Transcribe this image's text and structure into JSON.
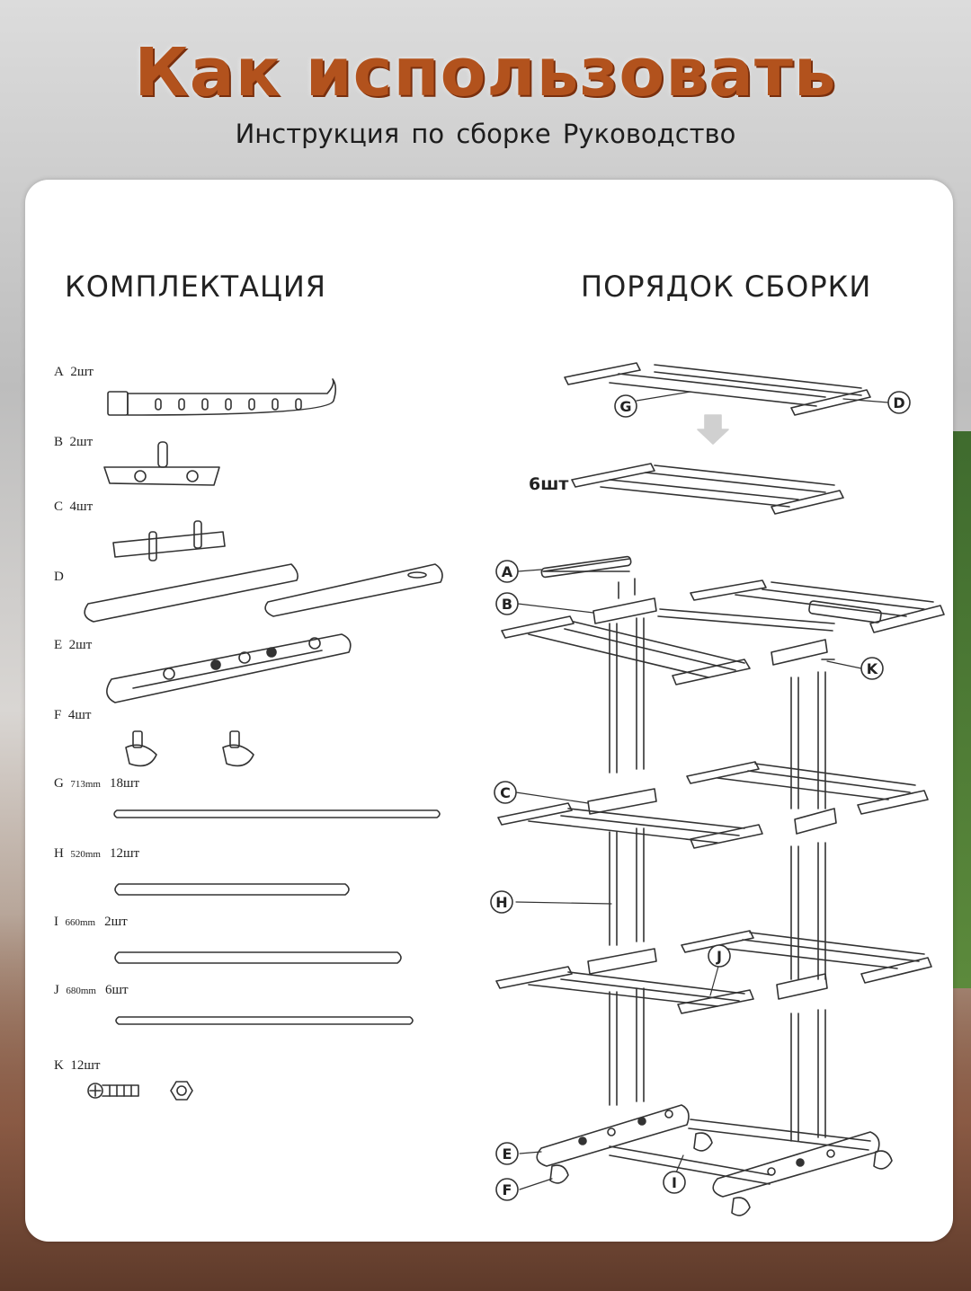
{
  "title": "Как использовать",
  "subtitle": "Инструкция по сборке  Руководство",
  "left_heading": "КОМПЛЕКТАЦИЯ",
  "right_heading": "ПОРЯДОК  СБОРКИ",
  "parts": [
    {
      "letter": "A",
      "qty": "2шт",
      "size": ""
    },
    {
      "letter": "B",
      "qty": "2шт",
      "size": ""
    },
    {
      "letter": "C",
      "qty": "4шт",
      "size": ""
    },
    {
      "letter": "D",
      "qty": "",
      "size": ""
    },
    {
      "letter": "E",
      "qty": "2шт",
      "size": ""
    },
    {
      "letter": "F",
      "qty": "4шт",
      "size": ""
    },
    {
      "letter": "G",
      "qty": "18шт",
      "size": "713mm"
    },
    {
      "letter": "H",
      "qty": "12шт",
      "size": "520mm"
    },
    {
      "letter": "I",
      "qty": "2шт",
      "size": "660mm"
    },
    {
      "letter": "J",
      "qty": "6шт",
      "size": "680mm"
    },
    {
      "letter": "K",
      "qty": "12шт",
      "size": ""
    }
  ],
  "shelf_qty": "6шт",
  "callouts": [
    "G",
    "D",
    "A",
    "B",
    "K",
    "C",
    "H",
    "J",
    "E",
    "F",
    "I"
  ],
  "colors": {
    "title": "#b2521d",
    "line": "#333333",
    "card": "#ffffff"
  }
}
